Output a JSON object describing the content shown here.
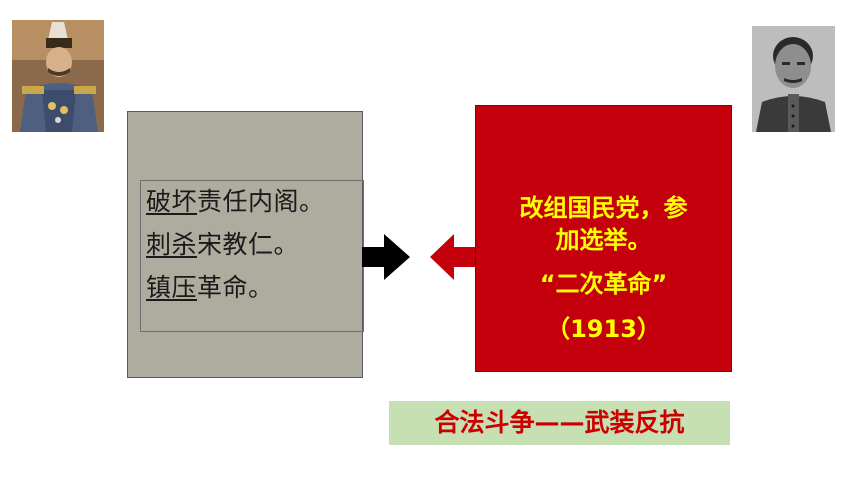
{
  "left_list": {
    "items": [
      {
        "keyword": "破坏",
        "rest": "责任内阁。"
      },
      {
        "keyword": "刺杀",
        "rest": "宋教仁。"
      },
      {
        "keyword": "镇压",
        "rest": "革命。"
      }
    ]
  },
  "right_box": {
    "line1": "改组国民党，参",
    "line2": "加选举。",
    "line3": "“二次革命”",
    "line4": "（1913）"
  },
  "bottom_label": "合法斗争——武装反抗",
  "colors": {
    "gray_box": "#aeab9f",
    "red_box": "#c4000c",
    "red_text": "#ffff00",
    "label_bg": "#c6e0b4",
    "label_text": "#cc0000",
    "arrow_left": "#c4000c",
    "arrow_right": "#000000"
  }
}
